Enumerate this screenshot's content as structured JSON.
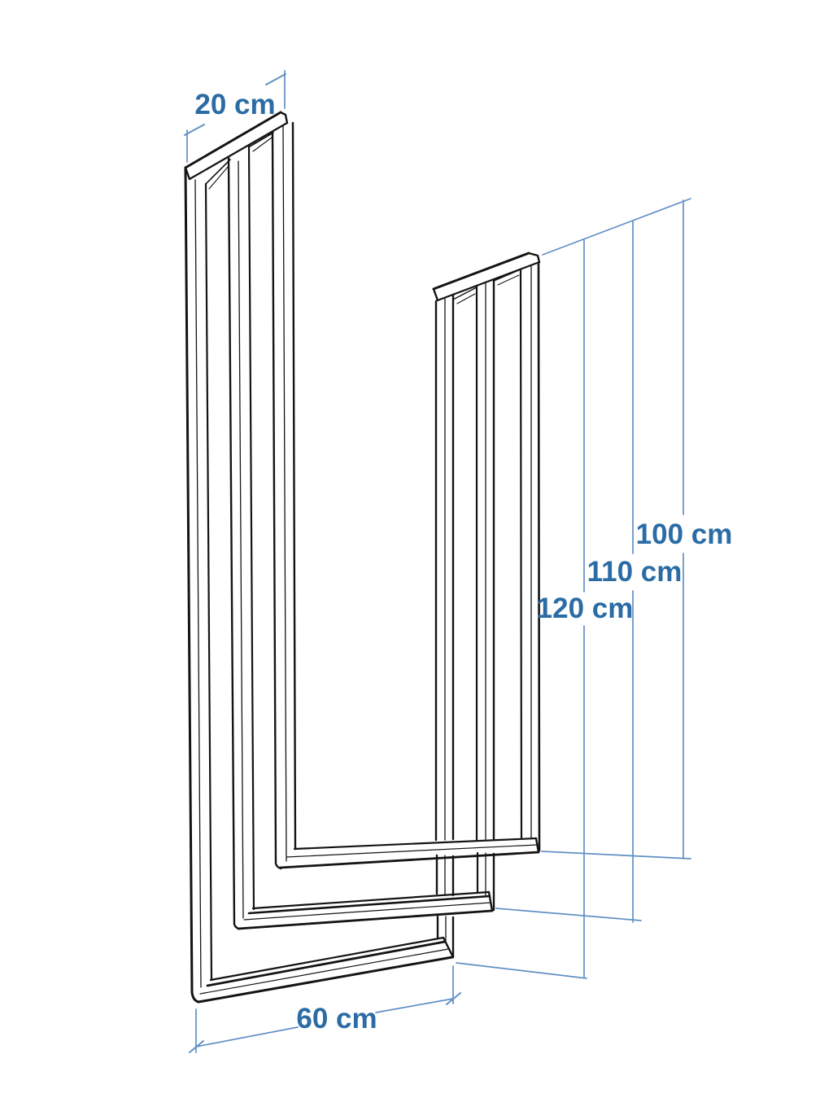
{
  "diagram": {
    "kind": "isometric dimension line drawing",
    "unit": "cm",
    "dimensions": {
      "depth_top": {
        "label": "20 cm",
        "value": 20
      },
      "height_inner_frame": {
        "label": "100 cm",
        "value": 100
      },
      "height_middle_frame": {
        "label": "110 cm",
        "value": 110
      },
      "height_outer_frame": {
        "label": "120 cm",
        "value": 120
      },
      "width_bottom": {
        "label": "60 cm",
        "value": 60
      }
    },
    "colors": {
      "label_text": "#2B6CA5",
      "dimension_lines": "#6190C4",
      "drawing_lines": "#141414",
      "background": "#FFFFFF"
    }
  }
}
